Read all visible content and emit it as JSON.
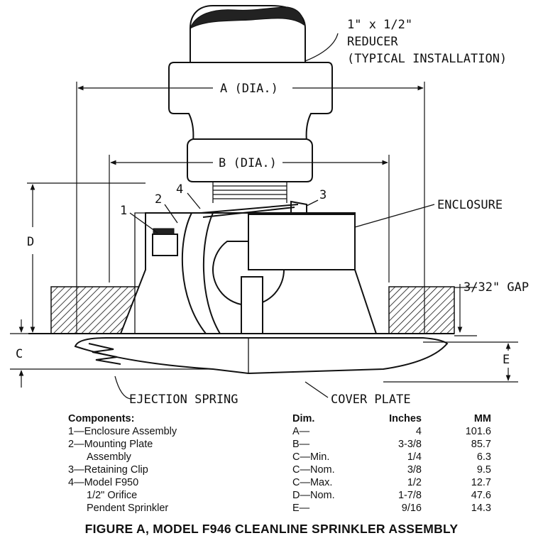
{
  "labels": {
    "reducer_line1": "1\" x 1/2\"",
    "reducer_line2": "REDUCER",
    "reducer_line3": "(TYPICAL INSTALLATION)",
    "dim_a": "A (DIA.)",
    "dim_b": "B (DIA.)",
    "enclosure": "ENCLOSURE",
    "gap": "3/32\" GAP",
    "dim_d": "D",
    "dim_c": "C",
    "dim_e": "E",
    "ejection_spring": "EJECTION SPRING",
    "cover_plate": "COVER PLATE",
    "callout_1": "1",
    "callout_2": "2",
    "callout_3": "3",
    "callout_4": "4"
  },
  "components": {
    "heading": "Components:",
    "items": [
      "1—Enclosure Assembly",
      "2—Mounting Plate",
      "Assembly",
      "3—Retaining Clip",
      "4—Model F950",
      "1/2\" Orifice",
      "Pendent Sprinkler"
    ]
  },
  "dimensions": {
    "headers": [
      "Dim.",
      "Inches",
      "MM"
    ],
    "rows": [
      [
        "A—",
        "4",
        "101.6"
      ],
      [
        "B—",
        "3-3/8",
        "85.7"
      ],
      [
        "C—Min.",
        "1/4",
        "6.3"
      ],
      [
        "C—Nom.",
        "3/8",
        "9.5"
      ],
      [
        "C—Max.",
        "1/2",
        "12.7"
      ],
      [
        "D—Nom.",
        "1-7/8",
        "47.6"
      ],
      [
        "E—",
        "9/16",
        "14.3"
      ]
    ]
  },
  "caption": "FIGURE A, MODEL F946 CLEANLINE SPRINKLER ASSEMBLY"
}
